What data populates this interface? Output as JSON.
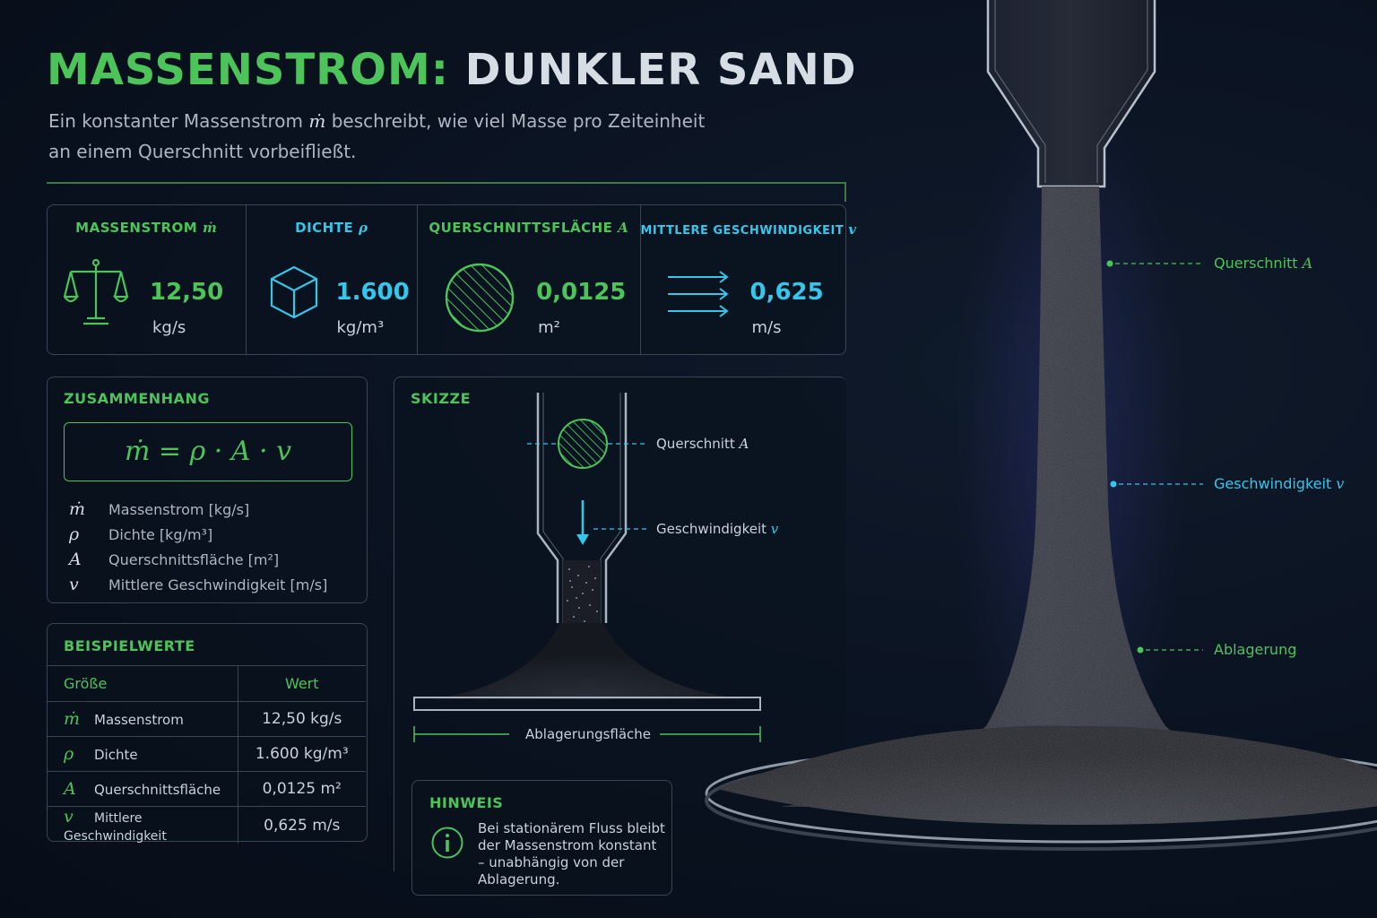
{
  "title": {
    "part1": "MASSENSTROM:",
    "part2": "DUNKLER SAND"
  },
  "subtitle": {
    "line1_pre": "Ein konstanter Massenstrom",
    "symbol": "ṁ",
    "line1_post": "beschreibt, wie viel Masse pro Zeiteinheit",
    "line2": "an einem Querschnitt vorbeifließt."
  },
  "metrics": [
    {
      "label": "MASSENSTROM",
      "symbol": "ṁ",
      "value": "12,50",
      "unit": "kg/s",
      "icon": "scale-icon",
      "color": "#4cc45a"
    },
    {
      "label": "DICHTE",
      "symbol": "ρ",
      "value": "1.600",
      "unit": "kg/m³",
      "icon": "cube-icon",
      "color": "#35c6ea"
    },
    {
      "label": "QUERSCHNITTSFLÄCHE",
      "symbol": "A",
      "value": "0,0125",
      "unit": "m²",
      "icon": "hatched-circle-icon",
      "color": "#4cc45a"
    },
    {
      "label": "MITTLERE GESCHWINDIGKEIT",
      "symbol": "v",
      "value": "0,625",
      "unit": "m/s",
      "icon": "arrows-right-icon",
      "color": "#35c6ea"
    }
  ],
  "zusammenhang": {
    "title": "ZUSAMMENHANG",
    "formula": "ṁ  =  ρ · A · v",
    "legend": [
      {
        "symbol": "ṁ",
        "text": "Massenstrom [kg/s]"
      },
      {
        "symbol": "ρ",
        "text": "Dichte [kg/m³]"
      },
      {
        "symbol": "A",
        "text": "Querschnittsfläche [m²]"
      },
      {
        "symbol": "v",
        "text": "Mittlere Geschwindigkeit [m/s]"
      }
    ]
  },
  "beispielwerte": {
    "title": "BEISPIELWERTE",
    "headers": [
      "Größe",
      "Wert"
    ],
    "rows": [
      {
        "symbol": "ṁ",
        "name": "Massenstrom",
        "value": "12,50 kg/s"
      },
      {
        "symbol": "ρ",
        "name": "Dichte",
        "value": "1.600 kg/m³"
      },
      {
        "symbol": "A",
        "name": "Querschnittsfläche",
        "value": "0,0125 m²"
      },
      {
        "symbol": "v",
        "name": "Mittlere Geschwindigkeit",
        "value": "0,625 m/s"
      }
    ]
  },
  "skizze": {
    "title": "SKIZZE",
    "querschnitt": "Querschnitt",
    "geschwindigkeit": "Geschwindigkeit",
    "ablagerungsflaeche": "Ablagerungsfläche",
    "sym_A": "A",
    "sym_v": "v"
  },
  "hinweis": {
    "title": "HINWEIS",
    "text": "Bei stationärem Fluss bleibt der Massenstrom konstant – unabhängig von der Ablagerung."
  },
  "illustration": {
    "querschnitt": "Querschnitt",
    "geschwindigkeit": "Geschwindigkeit",
    "ablagerung": "Ablagerung",
    "sym_A": "A",
    "sym_v": "v"
  },
  "colors": {
    "green": "#4cc45a",
    "cyan": "#35c6ea",
    "background": "#0a1220",
    "border": "#3a4656"
  }
}
